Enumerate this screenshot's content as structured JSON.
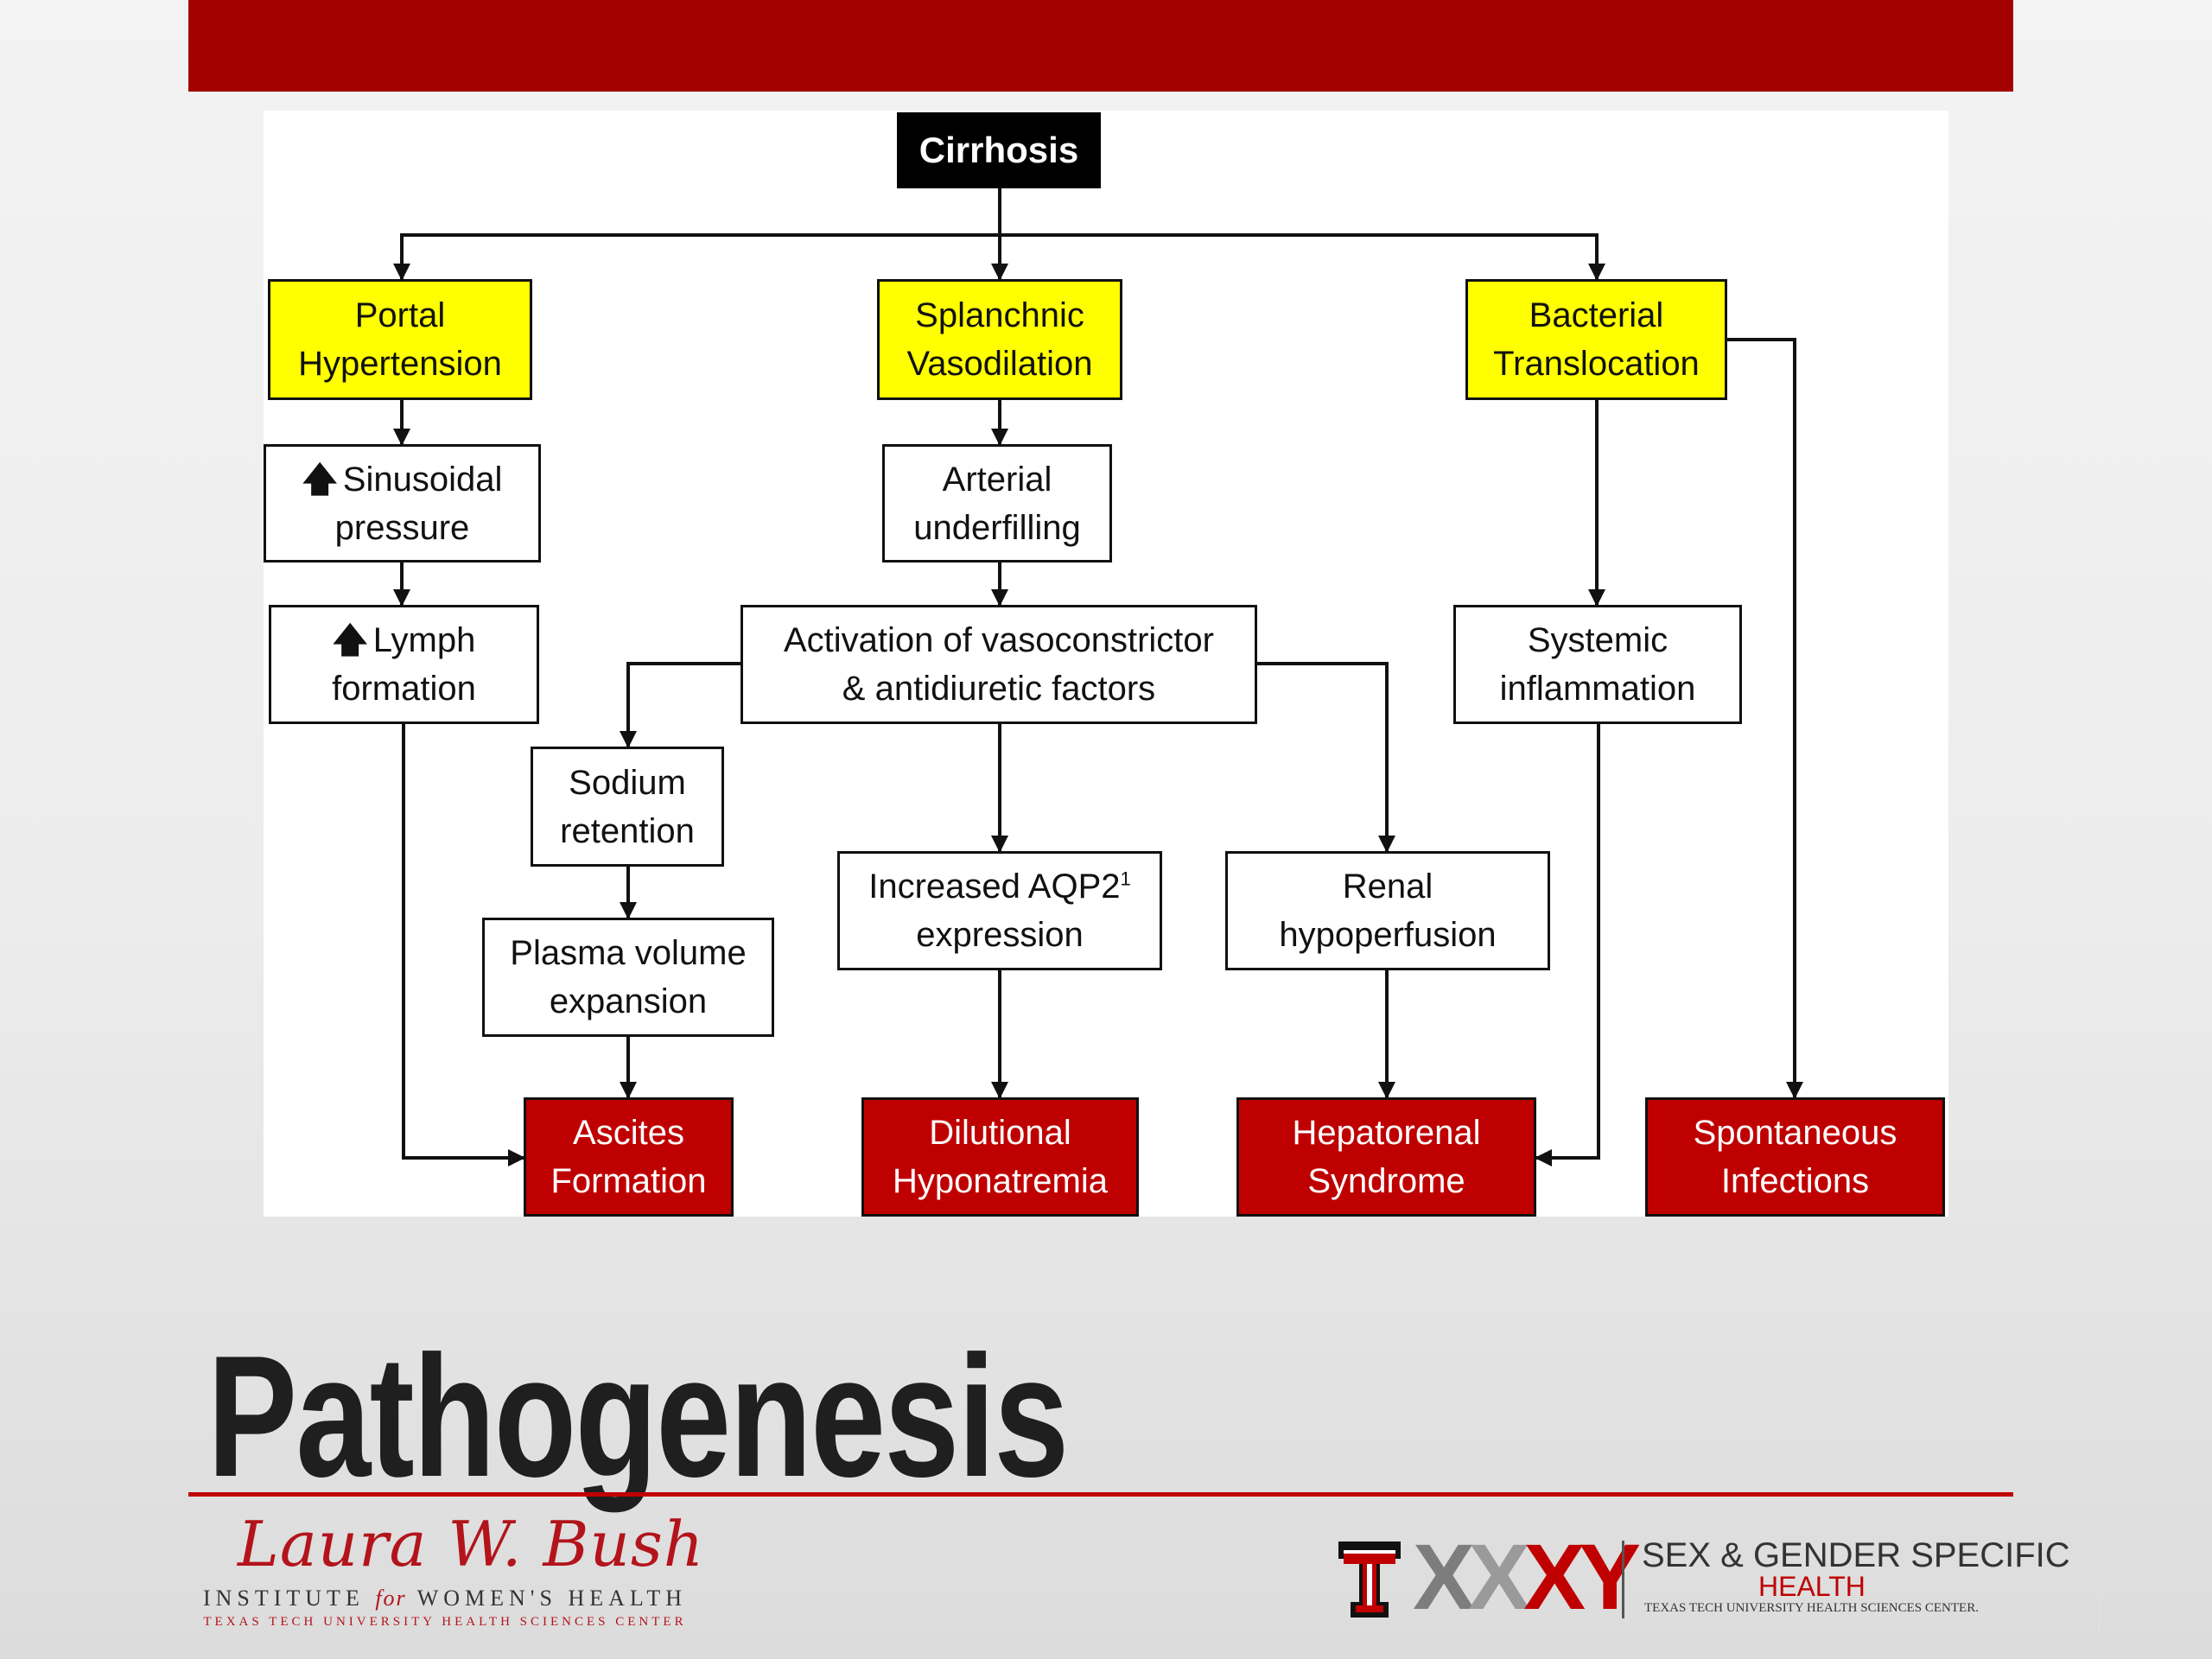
{
  "slide": {
    "title": "Pathogenesis"
  },
  "colors": {
    "accent_red": "#a30000",
    "box_red": "#bf0000",
    "box_yellow": "#ffff00",
    "black": "#000000"
  },
  "diagram": {
    "root": "Cirrhosis",
    "portal_hypertension": {
      "line1": "Portal",
      "line2": "Hypertension"
    },
    "splanchnic_vasodilation": {
      "line1": "Splanchnic",
      "line2": "Vasodilation"
    },
    "bacterial_translocation": {
      "line1": "Bacterial",
      "line2": "Translocation"
    },
    "sinusoidal_pressure": {
      "arrow": "🡅",
      "line1": "Sinusoidal",
      "line2": "pressure"
    },
    "lymph_formation": {
      "arrow": "🡅",
      "line1": "Lymph",
      "line2": "formation"
    },
    "arterial_underfilling": {
      "line1": "Arterial",
      "line2": "underfilling"
    },
    "activation": {
      "line1": "Activation of vasoconstrictor",
      "line2": "& antidiuretic factors"
    },
    "systemic_inflammation": {
      "line1": "Systemic",
      "line2": "inflammation"
    },
    "sodium_retention": {
      "line1": "Sodium",
      "line2": "retention"
    },
    "plasma_volume": {
      "line1": "Plasma volume",
      "line2": "expansion"
    },
    "aqp2": {
      "line1": "Increased AQP2",
      "sup": "1",
      "line2": "expression"
    },
    "renal_hypoperfusion": {
      "line1": "Renal",
      "line2": "hypoperfusion"
    },
    "ascites": {
      "line1": "Ascites",
      "line2": "Formation"
    },
    "hyponatremia": {
      "line1": "Dilutional",
      "line2": "Hyponatremia"
    },
    "hepatorenal": {
      "line1": "Hepatorenal",
      "line2": "Syndrome"
    },
    "infections": {
      "line1": "Spontaneous",
      "line2": "Infections"
    }
  },
  "footer": {
    "lwb_signature": "Laura W. Bush",
    "lwb_line1_a": "INSTITUTE",
    "lwb_line1_for": "for",
    "lwb_line1_b": "WOMEN'S HEALTH",
    "lwb_line2": "TEXAS TECH UNIVERSITY HEALTH SCIENCES CENTER",
    "xxy_1": "X",
    "xxy_2": "X",
    "xxy_3": "XY",
    "sg_line1": "SEX & GENDER SPECIFIC",
    "sg_line2": "HEALTH",
    "sg_line3": "TEXAS TECH UNIVERSITY HEALTH SCIENCES CENTER."
  }
}
